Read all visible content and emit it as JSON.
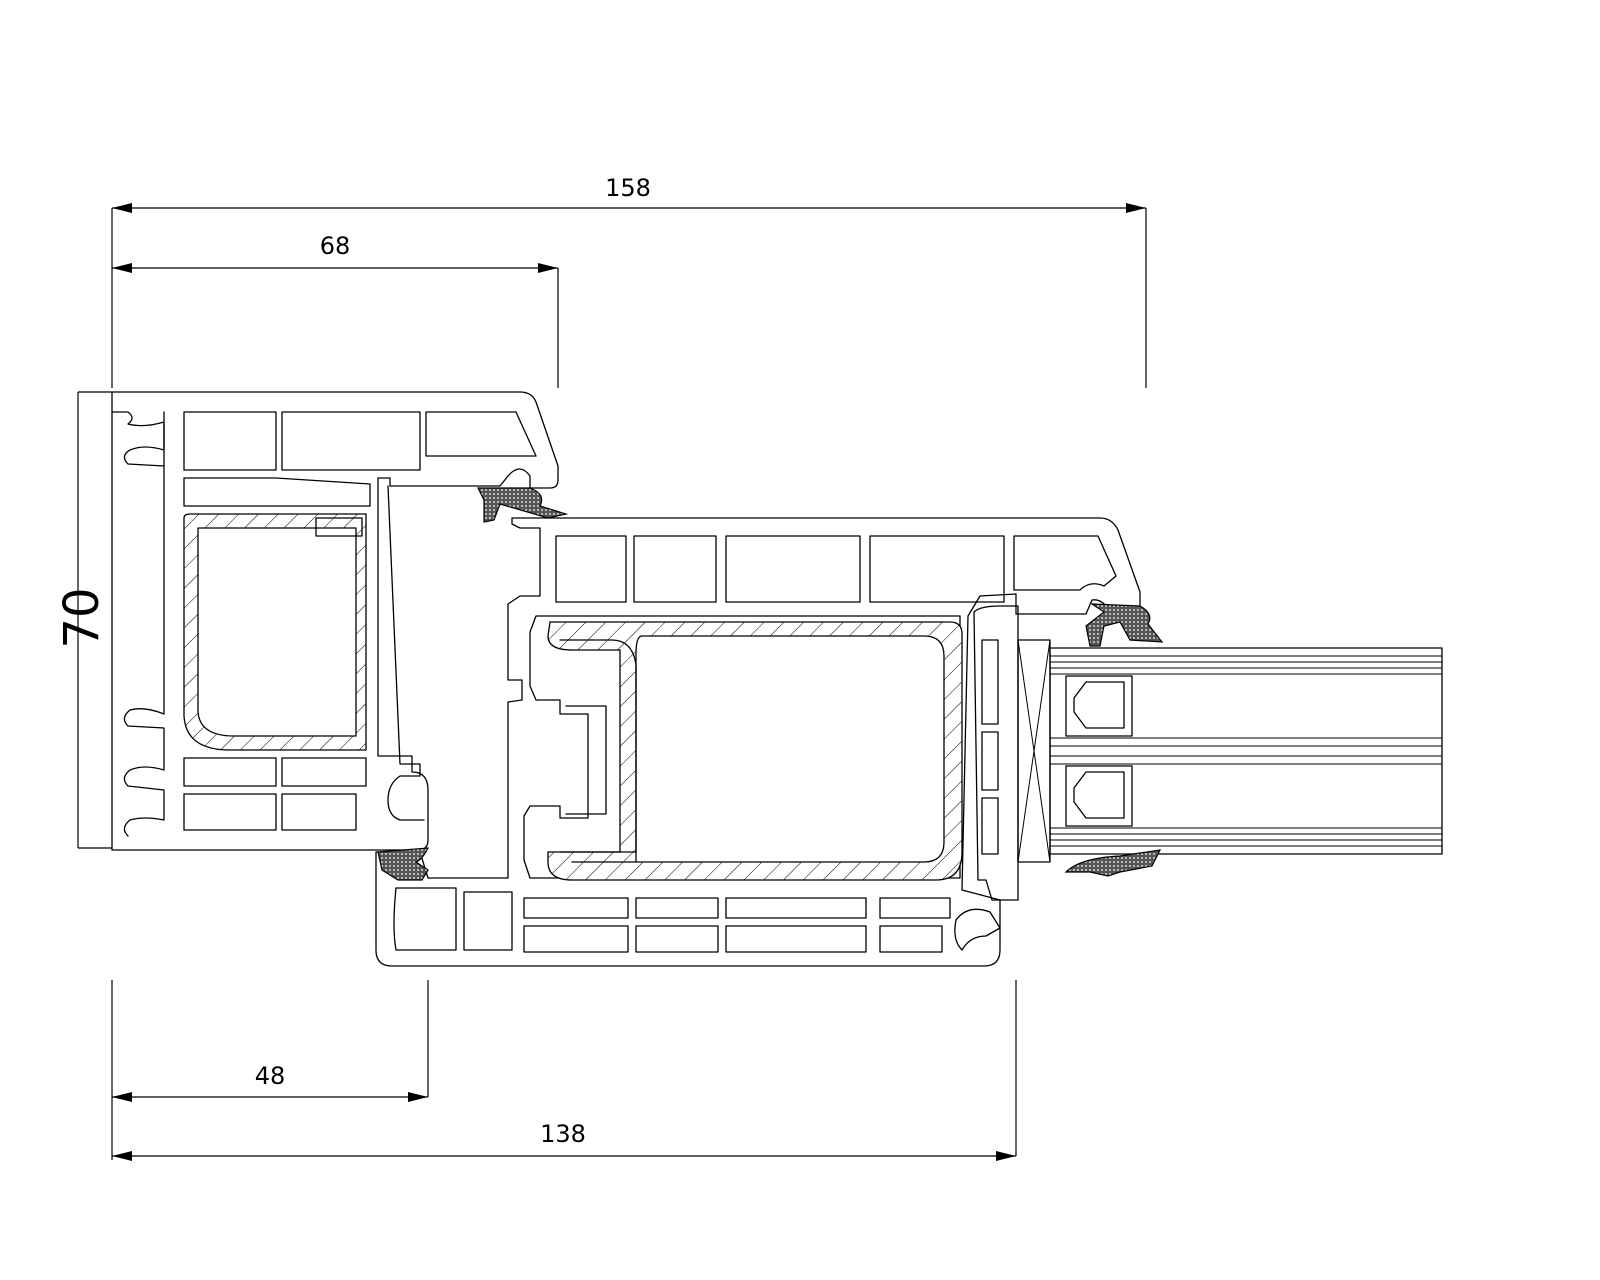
{
  "dimensions": {
    "top_overall": "158",
    "top_frame": "68",
    "bottom_frame": "48",
    "bottom_overall": "138",
    "height": "70"
  }
}
